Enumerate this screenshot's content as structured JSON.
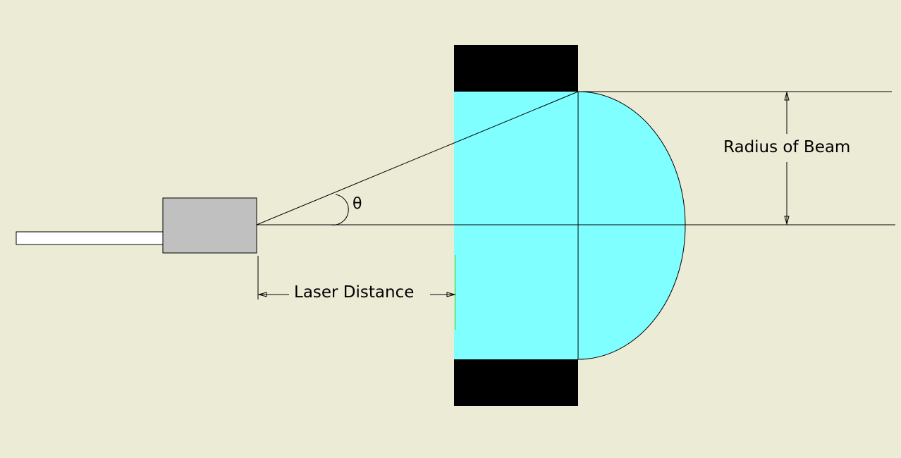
{
  "labels": {
    "theta": "θ",
    "laser_distance": "Laser Distance",
    "radius_of_beam": "Radius of Beam"
  },
  "colors": {
    "background": "#ecebd6",
    "beam": "#7fffff",
    "housing": "#000000",
    "laser_body": "#c0c0c0",
    "laser_rod": "#ffffff",
    "line": "#000000"
  }
}
